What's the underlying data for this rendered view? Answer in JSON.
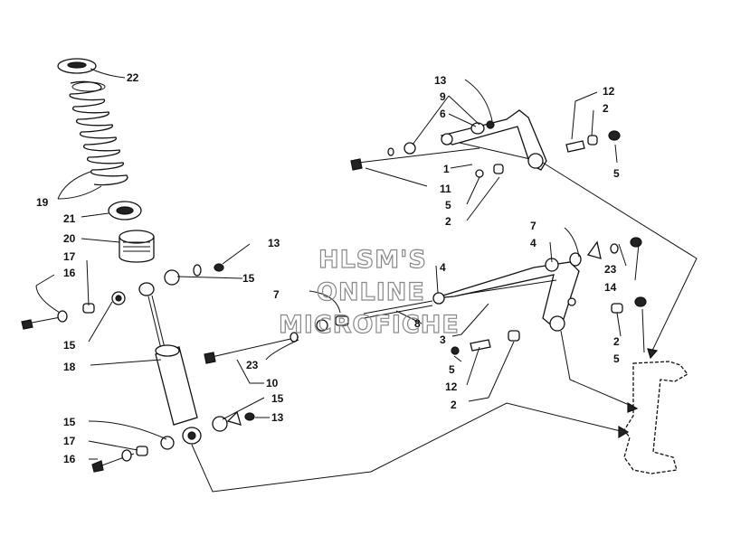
{
  "watermark": [
    "HLSM'S",
    "ONLINE",
    "MICROFICHE"
  ],
  "callouts": {
    "c22": "22",
    "c19": "19",
    "c21": "21",
    "c20": "20",
    "c17a": "17",
    "c16a": "16",
    "c15a": "15",
    "c18": "18",
    "c15b": "15",
    "c17b": "17",
    "c16b": "16",
    "c13a": "13",
    "c15c": "15",
    "c15d": "15",
    "c13b": "13",
    "c7a": "7",
    "c23a": "23",
    "c10": "10",
    "c8": "8",
    "c4a": "4",
    "c3": "3",
    "c5a": "5",
    "c12a": "12",
    "c2a": "2",
    "c7b": "7",
    "c4b": "4",
    "c23b": "23",
    "c14": "14",
    "c2b": "2",
    "c5b": "5",
    "c13c": "13",
    "c9": "9",
    "c6": "6",
    "c1": "1",
    "c11": "11",
    "c5c": "5",
    "c2c": "2",
    "c12b": "12",
    "c2d": "2",
    "c5d": "5"
  }
}
